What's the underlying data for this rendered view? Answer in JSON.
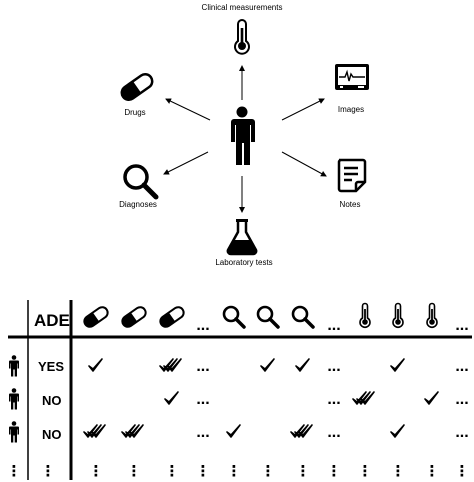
{
  "diagram": {
    "center": "patient-icon",
    "nodes": [
      {
        "id": "clinical",
        "label": "Clinical measurements",
        "icon": "thermometer-icon"
      },
      {
        "id": "drugs",
        "label": "Drugs",
        "icon": "pill-icon"
      },
      {
        "id": "images",
        "label": "Images",
        "icon": "monitor-icon"
      },
      {
        "id": "diagnoses",
        "label": "Diagnoses",
        "icon": "magnifier-icon"
      },
      {
        "id": "notes",
        "label": "Notes",
        "icon": "note-icon"
      },
      {
        "id": "labtests",
        "label": "Laboratory tests",
        "icon": "flask-icon"
      }
    ]
  },
  "table": {
    "header_label": "ADE",
    "columns": [
      "pill-icon",
      "pill-icon",
      "pill-icon",
      "ellipsis",
      "magnifier-icon",
      "magnifier-icon",
      "magnifier-icon",
      "ellipsis",
      "thermometer-icon",
      "thermometer-icon",
      "thermometer-icon",
      "ellipsis"
    ],
    "ellipsis": "...",
    "vertical_ellipsis": "⋮",
    "rows": [
      {
        "ade": "YES",
        "cells": [
          "single",
          "",
          "multi",
          "...",
          "",
          "single",
          "single",
          "...",
          "",
          "single",
          "",
          "..."
        ]
      },
      {
        "ade": "NO",
        "cells": [
          "",
          "",
          "single",
          "...",
          "",
          "",
          "",
          "...",
          "multi",
          "",
          "single",
          "..."
        ]
      },
      {
        "ade": "NO",
        "cells": [
          "multi",
          "multi",
          "",
          "...",
          "single",
          "",
          "multi",
          "...",
          "",
          "single",
          "",
          "..."
        ]
      }
    ]
  }
}
